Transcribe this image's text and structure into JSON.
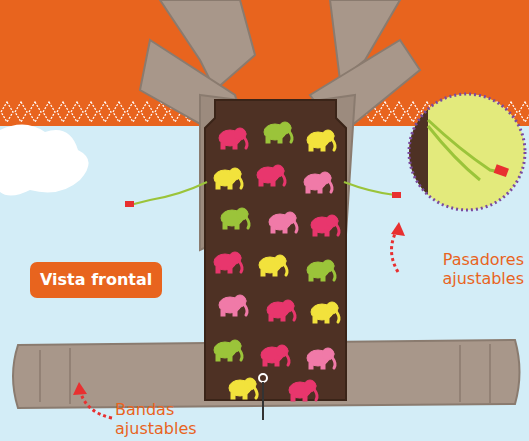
{
  "diagram": {
    "nodes": [
      {
        "text": [
          "Vista frontal"
        ]
      }
    ],
    "labels": [
      "Pasadores ajustables",
      "Bandas ajustables"
    ]
  }
}
